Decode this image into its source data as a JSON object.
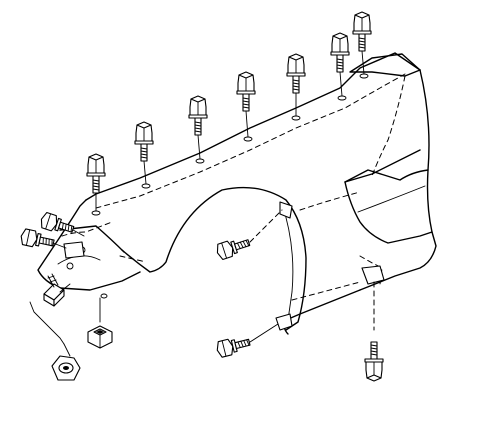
{
  "diagram": {
    "subject": "front-fender",
    "fasteners": [
      {
        "kind": "bolt"
      },
      {
        "kind": "bolt"
      },
      {
        "kind": "bolt"
      },
      {
        "kind": "bolt"
      },
      {
        "kind": "bolt"
      },
      {
        "kind": "bolt"
      },
      {
        "kind": "bolt"
      },
      {
        "kind": "bolt"
      },
      {
        "kind": "bolt"
      },
      {
        "kind": "bolt"
      },
      {
        "kind": "bolt"
      },
      {
        "kind": "bolt"
      },
      {
        "kind": "stud"
      },
      {
        "kind": "clip-nut"
      },
      {
        "kind": "nut"
      }
    ]
  },
  "colors": {
    "line": "#000000",
    "background": "#ffffff"
  }
}
